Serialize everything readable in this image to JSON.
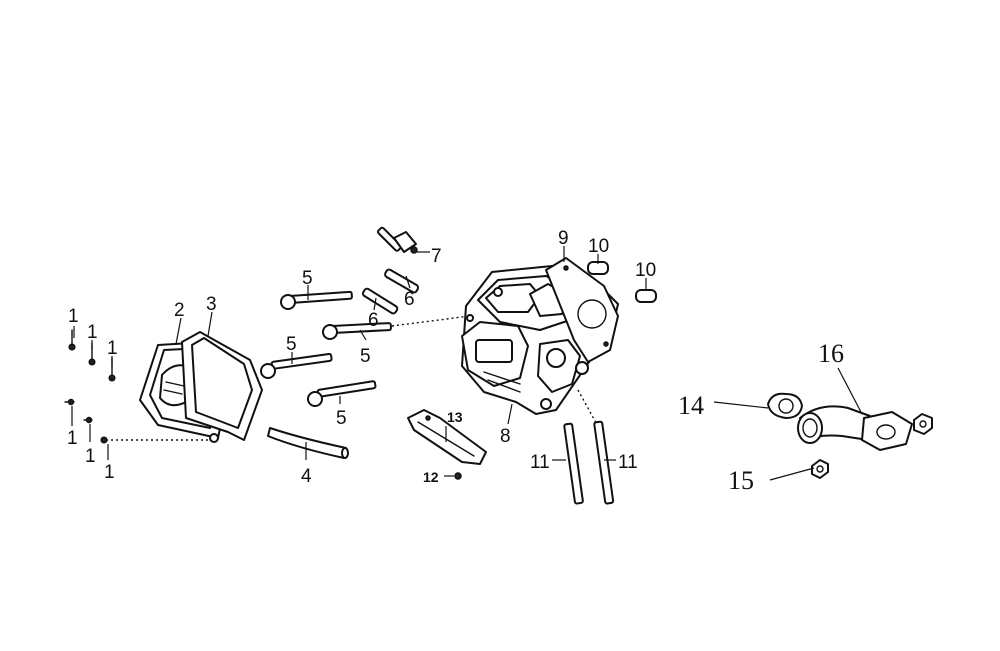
{
  "callouts": {
    "c1a": "1",
    "c1b": "1",
    "c1c": "1",
    "c1d": "1",
    "c1e": "1",
    "c1f": "1",
    "c2": "2",
    "c3": "3",
    "c4": "4",
    "c5a": "5",
    "c5b": "5",
    "c5c": "5",
    "c5d": "5",
    "c6a": "6",
    "c6b": "6",
    "c7": "7",
    "c8": "8",
    "c9": "9",
    "c10a": "10",
    "c10b": "10",
    "c11a": "11",
    "c11b": "11",
    "c12": "12",
    "c13": "13",
    "c14": "14",
    "c15": "15",
    "c16": "16"
  }
}
